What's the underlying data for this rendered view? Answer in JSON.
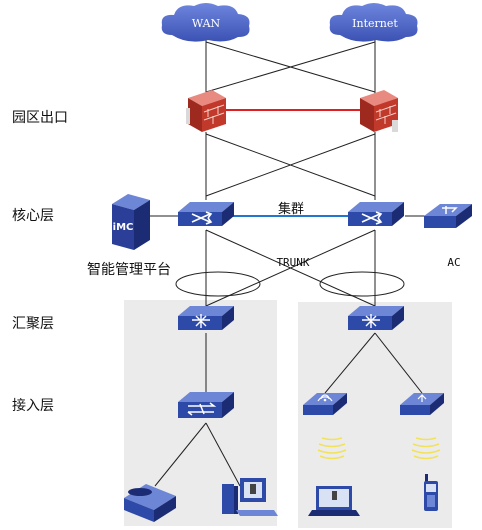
{
  "clouds": {
    "wan": "WAN",
    "internet": "Internet"
  },
  "layers": {
    "exit": "园区出口",
    "core": "核心层",
    "aggregation": "汇聚层",
    "access": "接入层"
  },
  "labels": {
    "cluster": "集群",
    "trunk": "TRUNK",
    "imc_platform": "智能管理平台",
    "imc_logo": "iMC",
    "ac": "AC"
  },
  "colors": {
    "device_blue": "#2d4aa8",
    "cloud_blue": "#4f67c6",
    "firewall_red": "#c0392b",
    "firewall_link": "#e02020",
    "cluster_link": "#1f77d0",
    "group_bg": "#ebebeb",
    "signal_yellow": "#f2e25a"
  }
}
